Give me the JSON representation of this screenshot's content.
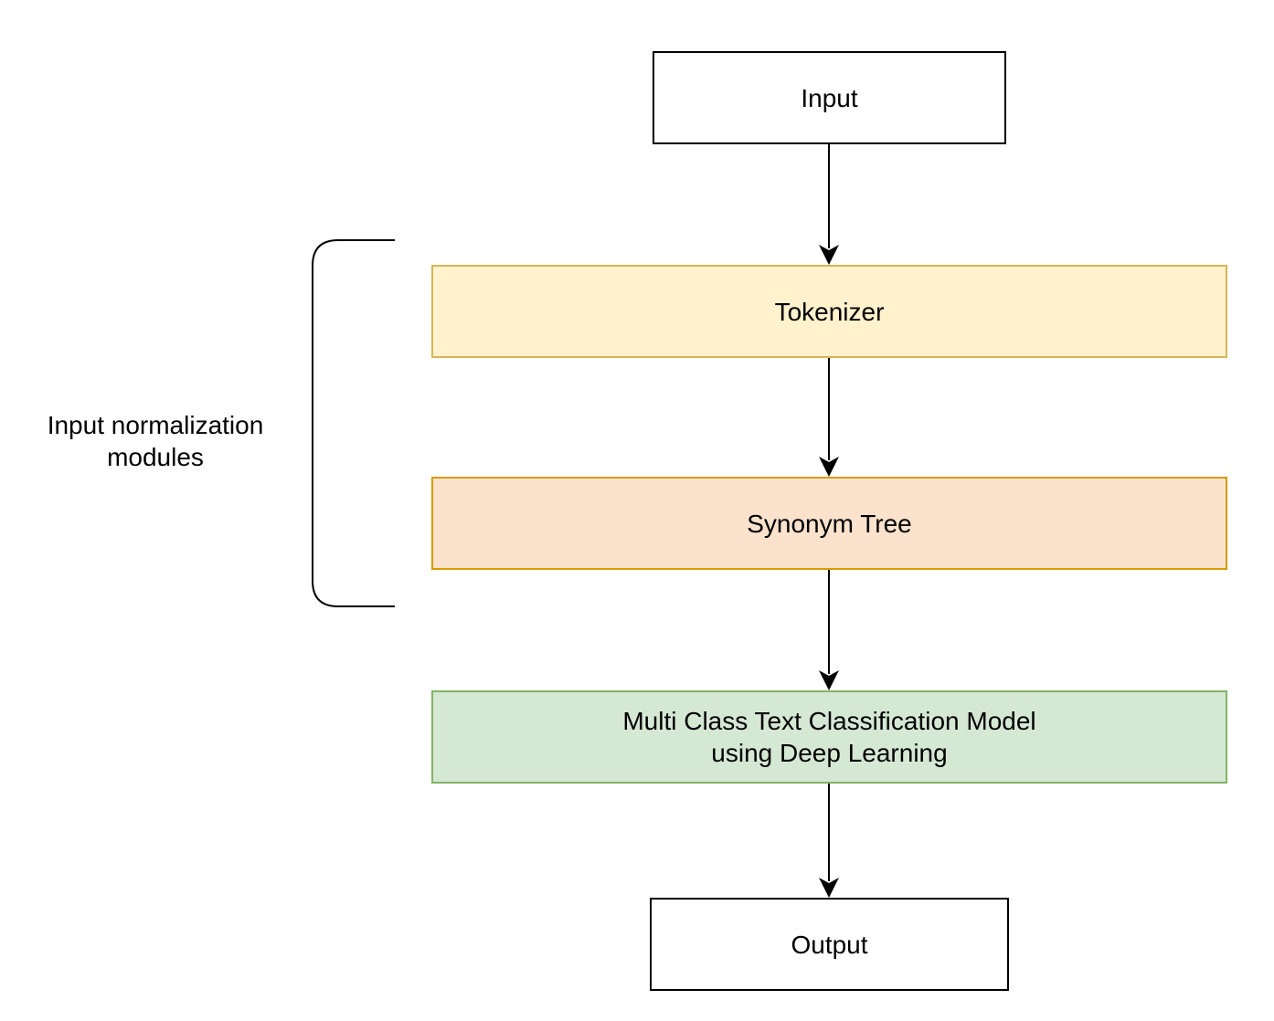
{
  "nodes": {
    "input": {
      "label": "Input"
    },
    "tokenizer": {
      "label": "Tokenizer",
      "fill": "#fff2cc",
      "stroke": "#d6b656"
    },
    "synonym_tree": {
      "label": "Synonym Tree",
      "fill": "#fae2cc",
      "stroke": "#d79b00"
    },
    "classifier": {
      "label": "Multi Class Text Classification Model\nusing Deep Learning",
      "fill": "#d5e8d4",
      "stroke": "#82b366"
    },
    "output": {
      "label": "Output"
    }
  },
  "group": {
    "label": "Input normalization\nmodules"
  },
  "edges": [
    {
      "from": "input",
      "to": "tokenizer"
    },
    {
      "from": "tokenizer",
      "to": "synonym_tree"
    },
    {
      "from": "synonym_tree",
      "to": "classifier"
    },
    {
      "from": "classifier",
      "to": "output"
    }
  ]
}
